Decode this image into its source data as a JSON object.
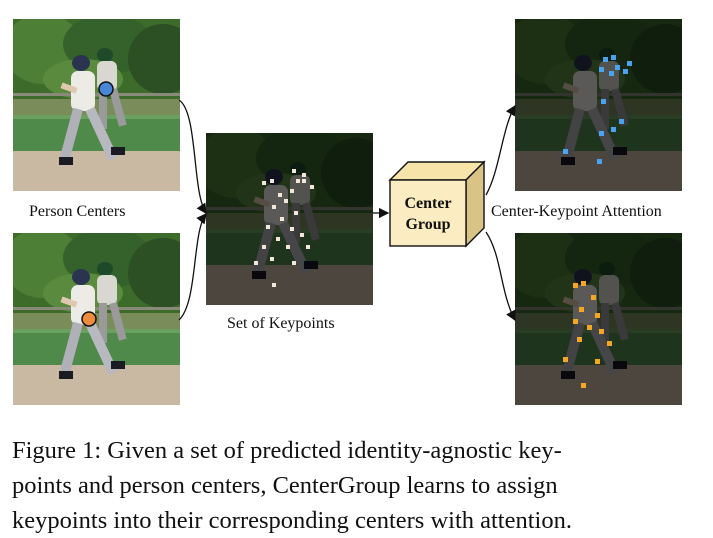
{
  "labels": {
    "person_centers": "Person Centers",
    "set_of_keypoints": "Set of Keypoints",
    "center_keypoint_attention": "Center-Keypoint Attention",
    "center_group_line1": "Center",
    "center_group_line2": "Group"
  },
  "caption": {
    "line1": "Figure 1:  Given a set of predicted identity-agnostic key-",
    "line2": "points and person centers, CenterGroup learns to assign",
    "line3": "keypoints into their corresponding centers with attention."
  },
  "colors": {
    "center_blue": "#4a86d8",
    "center_orange": "#f08a3c",
    "keypoint_white": "#f2e7d8",
    "attention_blue": "#4aa3f0",
    "attention_orange": "#f5a623",
    "box_fill": "#fbedc1"
  },
  "icons": {
    "arrow": "arrow-icon",
    "cube": "cube-icon"
  }
}
